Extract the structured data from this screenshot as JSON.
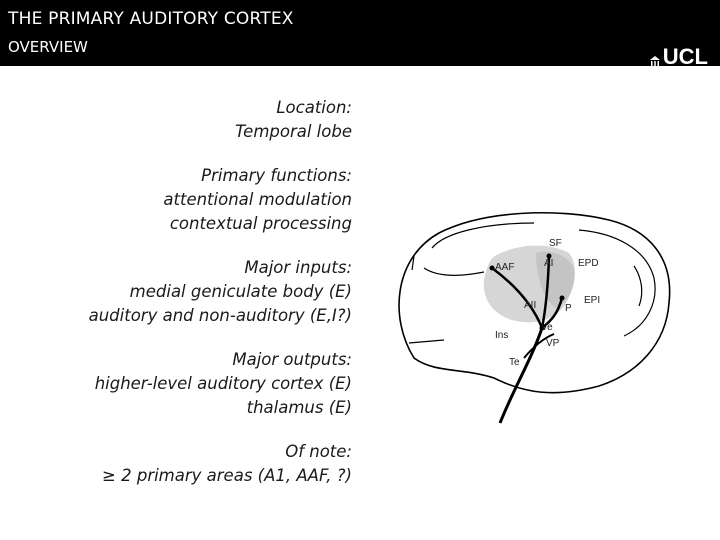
{
  "header": {
    "title": "THE PRIMARY AUDITORY CORTEX",
    "subtitle": "OVERVIEW",
    "logo_text": "UCL"
  },
  "sections": [
    {
      "label": "Location:",
      "lines": [
        "Temporal lobe"
      ]
    },
    {
      "label": "Primary functions:",
      "lines": [
        "attentional modulation",
        "contextual processing"
      ]
    },
    {
      "label": "Major inputs:",
      "lines": [
        "medial geniculate body (E)",
        "auditory and non-auditory (E,I?)"
      ]
    },
    {
      "label": "Major outputs:",
      "lines": [
        "higher-level auditory cortex (E)",
        "thalamus (E)"
      ]
    },
    {
      "label": "Of note:",
      "lines": [
        "≥ 2 primary areas (A1, AAF, ?)"
      ]
    }
  ],
  "diagram": {
    "labels": {
      "sf": "SF",
      "aaf": "AAF",
      "ai": "AI",
      "epd": "EPD",
      "aii": "AII",
      "p": "P",
      "epi": "EPI",
      "ins": "Ins",
      "ve": "Ve",
      "vp": "VP",
      "te": "Te"
    }
  }
}
